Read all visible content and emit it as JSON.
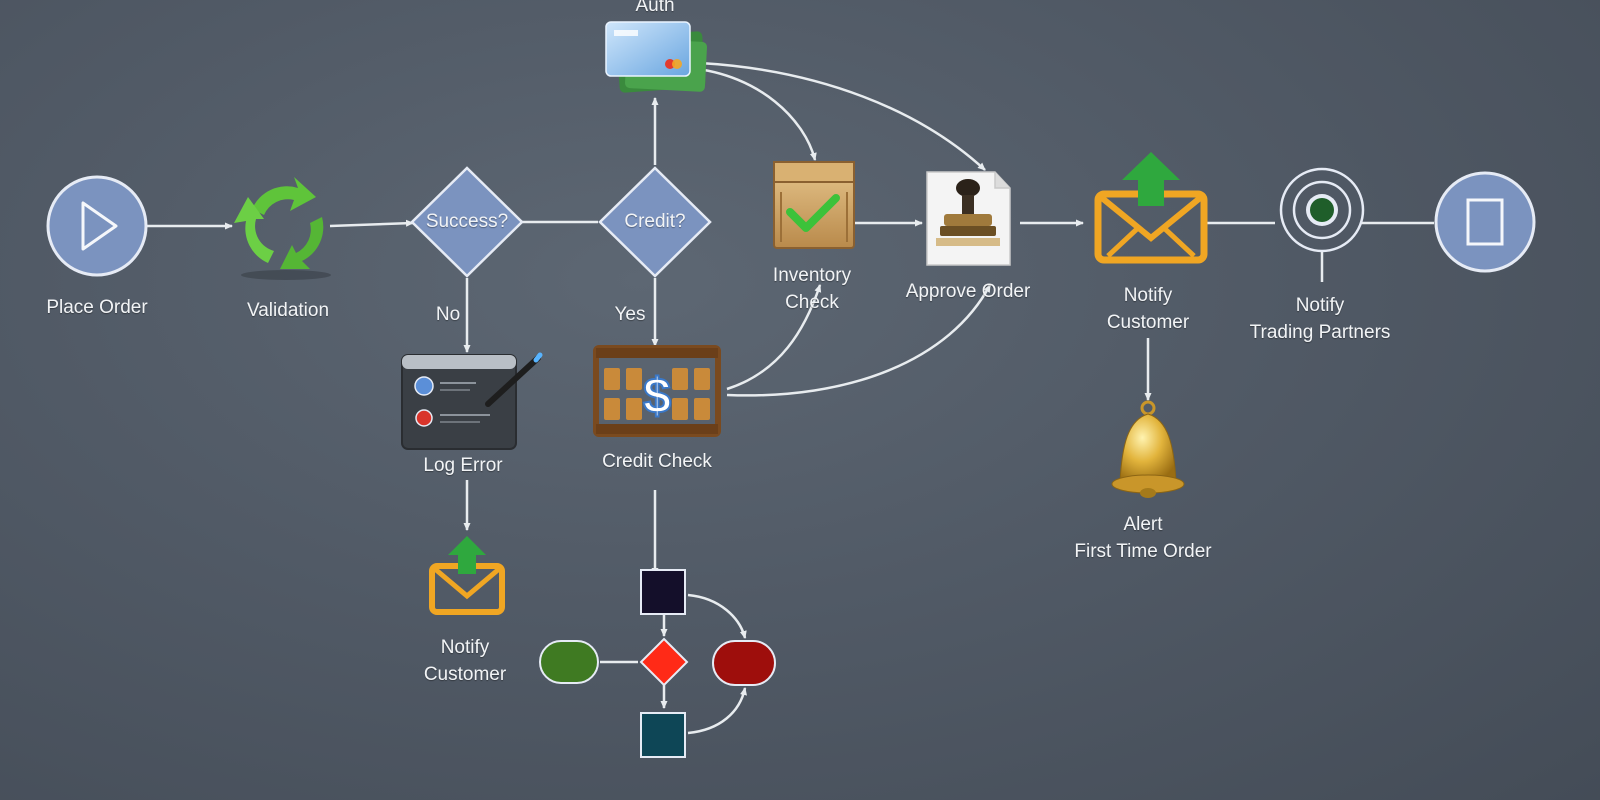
{
  "nodes": {
    "place_order": "Place Order",
    "validation": "Validation",
    "success": "Success?",
    "credit_decision": "Credit?",
    "auth": "Auth",
    "inventory_check": [
      "Inventory",
      "Check"
    ],
    "approve_order": "Approve Order",
    "notify_customer_main": [
      "Notify",
      "Customer"
    ],
    "notify_trading_partners": [
      "Notify",
      "Trading Partners"
    ],
    "alert_first_time_order": [
      "Alert",
      "First Time Order"
    ],
    "log_error": "Log Error",
    "credit_check": "Credit Check",
    "notify_customer_error": [
      "Notify",
      "Customer"
    ]
  },
  "edge_labels": {
    "no": "No",
    "yes": "Yes"
  },
  "colors": {
    "background": "#515a66",
    "connector": "#e8ecef",
    "shape_fill": "#7b93bf",
    "shape_stroke": "#e6ebf5",
    "recycle_green": "#5fc43a",
    "mail_orange": "#f0a623",
    "arrow_green": "#2fa83e",
    "sub_start": "#3f7a22",
    "sub_decision": "#ff2a17",
    "sub_end": "#9e0e0c",
    "sub_box_top": "#140f2a",
    "sub_box_bottom": "#0e4656"
  },
  "icons": {
    "start": "play-icon",
    "validation": "recycle-icon",
    "auth": "credit-card-icon",
    "inventory": "crate-checkmark-icon",
    "approve": "rubber-stamp-icon",
    "notify": "mail-upload-icon",
    "trading_partners": "broadcast-icon",
    "end": "stop-icon",
    "log_error": "error-log-icon",
    "credit_check": "abacus-dollar-icon",
    "alert": "bell-icon"
  }
}
